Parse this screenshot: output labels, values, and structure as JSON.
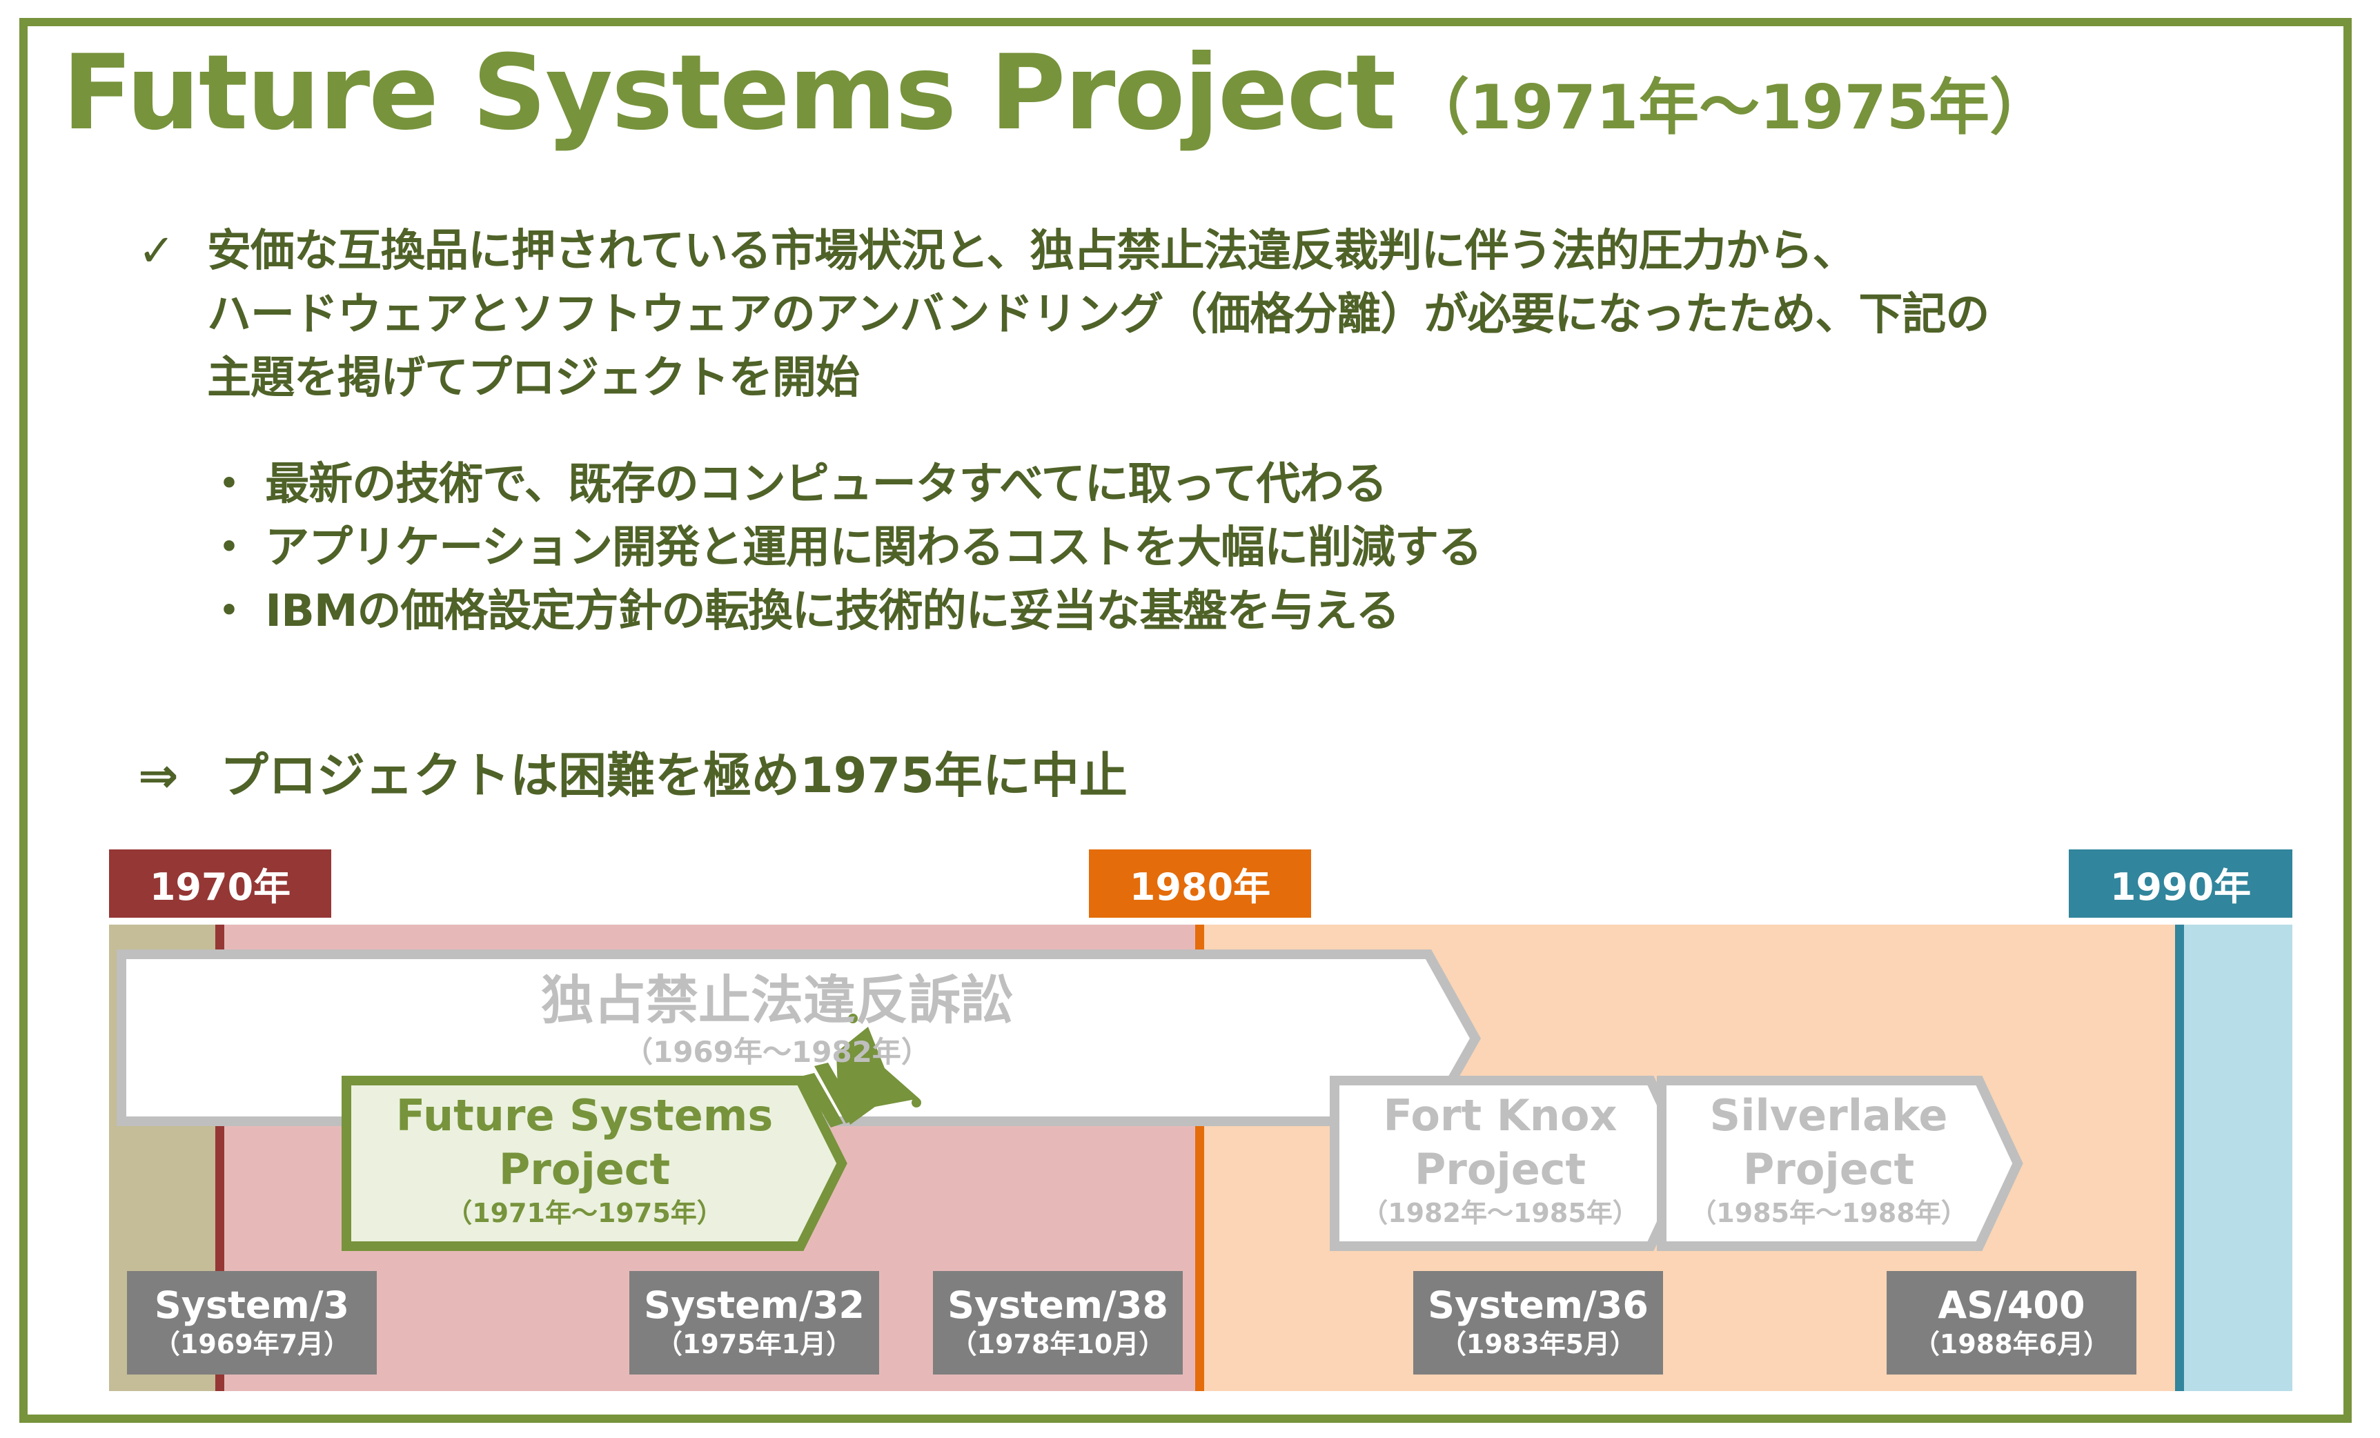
{
  "header": {
    "title": "Future Systems Project",
    "period": "（1971年～1975年）"
  },
  "intro": {
    "check_mark": "✓",
    "lines": [
      "安価な互換品に押されている市場状況と、独占禁止法違反裁判に伴う法的圧力から、",
      "ハードウェアとソフトウェアのアンバンドリング（価格分離）が必要になったため、下記の",
      "主題を掲げてプロジェクトを開始"
    ]
  },
  "bullets": [
    "・ 最新の技術で、既存のコンピュータすべてに取って代わる",
    "・ アプリケーション開発と運用に関わるコストを大幅に削減する",
    "・ IBMの価格設定方針の転換に技術的に妥当な基盤を与える"
  ],
  "conclusion": {
    "arrow": "⇒",
    "text": "プロジェクトは困難を極め1975年に中止"
  },
  "timeline": {
    "decades": [
      "1970年",
      "1980年",
      "1990年"
    ],
    "decade_colors": [
      "#953735",
      "#e46c0a",
      "#31859c"
    ],
    "era_colors": [
      "#c4bd97",
      "#e6b9b8",
      "#fbd5b5",
      "#b7dee8"
    ],
    "antitrust": {
      "title": "独占禁止法違反訴訟",
      "period": "（1969年～1982年）"
    },
    "fs_project": {
      "line1": "Future Systems",
      "line2": "Project",
      "period": "（1971年～1975年）"
    },
    "fort_knox": {
      "line1": "Fort Knox",
      "line2": "Project",
      "period": "（1982年～1985年）"
    },
    "silverlake": {
      "line1": "Silverlake",
      "line2": "Project",
      "period": "（1985年～1988年）"
    },
    "systems": [
      {
        "name": "System/3",
        "date": "（1969年7月）"
      },
      {
        "name": "System/32",
        "date": "（1975年1月）"
      },
      {
        "name": "System/38",
        "date": "（1978年10月）"
      },
      {
        "name": "System/36",
        "date": "（1983年5月）"
      },
      {
        "name": "AS/400",
        "date": "（1988年6月）"
      }
    ]
  }
}
